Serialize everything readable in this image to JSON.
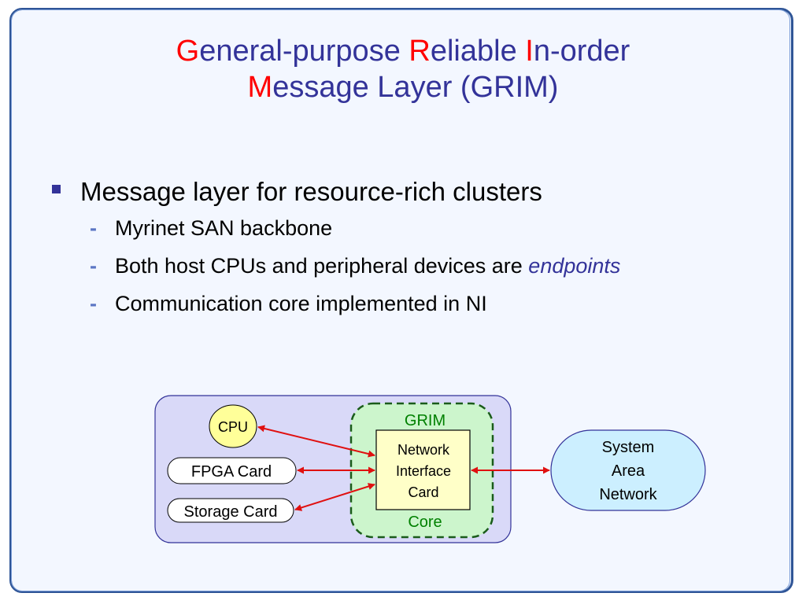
{
  "title": {
    "line1": [
      {
        "text": "G",
        "highlight": true
      },
      {
        "text": "eneral-purpose ",
        "highlight": false
      },
      {
        "text": "R",
        "highlight": true
      },
      {
        "text": "eliable ",
        "highlight": false
      },
      {
        "text": "I",
        "highlight": true
      },
      {
        "text": "n-order",
        "highlight": false
      }
    ],
    "line2": [
      {
        "text": "M",
        "highlight": true
      },
      {
        "text": "essage Layer (GRIM)",
        "highlight": false
      }
    ]
  },
  "bullets": {
    "main": "Message layer for resource-rich clusters",
    "subs": [
      {
        "text": "Myrinet SAN backbone",
        "emphasis": ""
      },
      {
        "text": "Both host CPUs and peripheral devices are ",
        "emphasis": "endpoints"
      },
      {
        "text": "Communication core implemented in NI",
        "emphasis": ""
      }
    ],
    "sub_marker": "-"
  },
  "diagram": {
    "cpu": "CPU",
    "fpga": "FPGA Card",
    "storage": "Storage Card",
    "grim_label": "GRIM",
    "core_label": "Core",
    "nic": [
      "Network",
      "Interface",
      "Card"
    ],
    "san": [
      "System",
      "Area",
      "Network"
    ]
  },
  "colors": {
    "title": "#333399",
    "title_highlight": "#ff0000",
    "bullet_marker": "#333399",
    "arrow": "#e01010",
    "host_box": "#d9d9f8",
    "grim_box": "#ccf5cc",
    "grim_text": "#008000",
    "nic_box": "#ffffc8",
    "cpu_fill": "#ffff99",
    "san_fill": "#ccefff"
  }
}
